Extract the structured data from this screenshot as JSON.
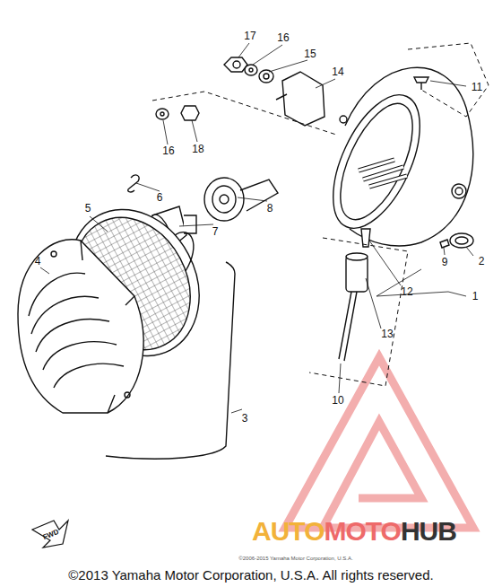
{
  "diagram": {
    "caption": "©2013 Yamaha Motor Corporation, U.S.A. All rights reserved.",
    "labels": [
      "17",
      "16",
      "15",
      "14",
      "11",
      "16",
      "18",
      "6",
      "5",
      "7",
      "8",
      "4",
      "2",
      "9",
      "1",
      "12",
      "13",
      "3",
      "10",
      "FWD",
      "AUTO",
      "MOTO",
      "HUB",
      "©2006-2015 Yamaha Motor Corporation, U.S.A."
    ]
  }
}
